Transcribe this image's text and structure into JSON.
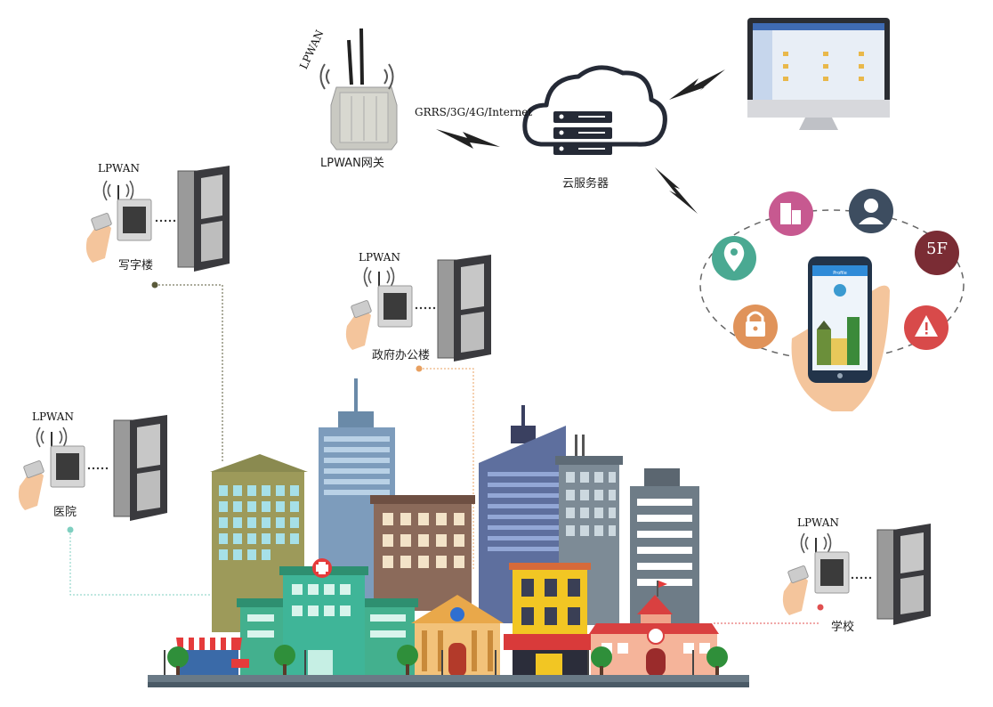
{
  "gateway": {
    "antenna_label": "LPWAN",
    "label": "LPWAN网关"
  },
  "network": {
    "link_label": "GRRS/3G/4G/Internet"
  },
  "cloud": {
    "label": "云服务器"
  },
  "monitor": {
    "title_bar": ""
  },
  "phone": {
    "app_title": "Profile"
  },
  "app_icons": [
    "building-icon",
    "user-icon",
    "floor-5f-icon",
    "warning-icon",
    "lock-icon",
    "location-icon"
  ],
  "floor_badge": "5F",
  "sites": [
    {
      "id": "office",
      "label": "写字楼",
      "lpwan": "LPWAN",
      "color": "#5a5a3a"
    },
    {
      "id": "government",
      "label": "政府办公楼",
      "lpwan": "LPWAN",
      "color": "#e8a060"
    },
    {
      "id": "hospital",
      "label": "医院",
      "lpwan": "LPWAN",
      "color": "#7fcfc0"
    },
    {
      "id": "school",
      "label": "学校",
      "lpwan": "LPWAN",
      "color": "#e05050"
    }
  ]
}
